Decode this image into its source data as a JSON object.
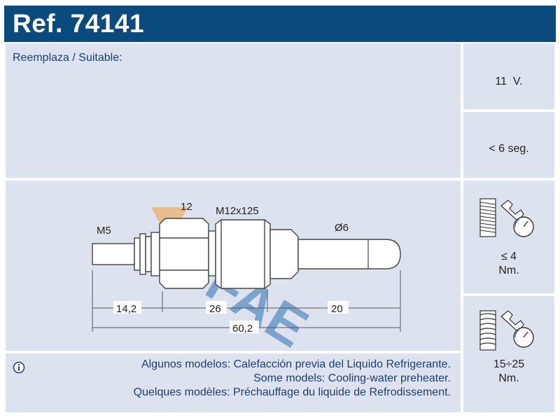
{
  "header": {
    "ref": "Ref. 74141"
  },
  "suitable": {
    "label": "Reemplaza / Suitable:"
  },
  "specs": {
    "voltage": "11  V.",
    "time": "< 6 seg.",
    "torque_small_value": "≤ 4",
    "torque_small_unit": "Nm.",
    "torque_large_value": "15÷25",
    "torque_large_unit": "Nm."
  },
  "drawing": {
    "label_hex": "12",
    "label_thread": "M12x125",
    "label_terminal": "M5",
    "label_diameter": "Ø6",
    "dim_a": "14,2",
    "dim_b": "26",
    "dim_c": "20",
    "dim_total": "60,2",
    "watermark": "FAE"
  },
  "notes": [
    "Algunos modelos: Calefacción previa del Liquido Refrigerante.",
    "Some models: Cooling-water preheater.",
    "Quelques modèles: Préchauffage du liquide de Refrodissement."
  ],
  "colors": {
    "header": "#0b4a7d",
    "panel": "#dde3ee",
    "text_blue": "#1d3e6c",
    "watermark_blue": "#2d6fb5",
    "watermark_orange": "#f0a040"
  }
}
